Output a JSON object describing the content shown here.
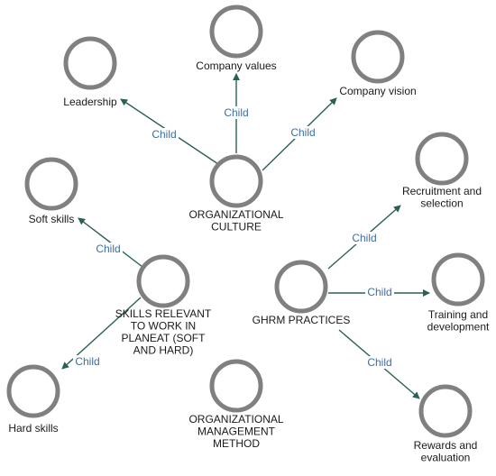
{
  "colors": {
    "node_stroke": "#808080",
    "edge": "#2a6055",
    "edge_label": "#3d6fa0",
    "text": "#1a1a1a"
  },
  "nodes": [
    {
      "id": "org-culture",
      "lines": [
        "ORGANIZATIONAL",
        "CULTURE"
      ]
    },
    {
      "id": "company-values",
      "lines": [
        "Company values"
      ]
    },
    {
      "id": "leadership",
      "lines": [
        "Leadership"
      ]
    },
    {
      "id": "company-vision",
      "lines": [
        "Company vision"
      ]
    },
    {
      "id": "soft-skills",
      "lines": [
        "Soft skills"
      ]
    },
    {
      "id": "skills-relevant",
      "lines": [
        "SKILLS RELEVANT",
        "TO WORK IN",
        "PLANEAT (SOFT",
        "AND HARD)"
      ]
    },
    {
      "id": "hard-skills",
      "lines": [
        "Hard skills"
      ]
    },
    {
      "id": "org-management",
      "lines": [
        "ORGANIZATIONAL",
        "MANAGEMENT",
        "METHOD"
      ]
    },
    {
      "id": "ghrm-practices",
      "lines": [
        "GHRM PRACTICES"
      ]
    },
    {
      "id": "recruitment",
      "lines": [
        "Recruitment and",
        "selection"
      ]
    },
    {
      "id": "training",
      "lines": [
        "Training and",
        "development"
      ]
    },
    {
      "id": "rewards",
      "lines": [
        "Rewards and",
        "evaluation"
      ]
    }
  ],
  "edges": [
    {
      "from": "org-culture",
      "to": "company-values",
      "label": "Child"
    },
    {
      "from": "org-culture",
      "to": "leadership",
      "label": "Child"
    },
    {
      "from": "org-culture",
      "to": "company-vision",
      "label": "Child"
    },
    {
      "from": "skills-relevant",
      "to": "soft-skills",
      "label": "Child"
    },
    {
      "from": "skills-relevant",
      "to": "hard-skills",
      "label": "Child"
    },
    {
      "from": "ghrm-practices",
      "to": "recruitment",
      "label": "Child"
    },
    {
      "from": "ghrm-practices",
      "to": "training",
      "label": "Child"
    },
    {
      "from": "ghrm-practices",
      "to": "rewards",
      "label": "Child"
    }
  ]
}
